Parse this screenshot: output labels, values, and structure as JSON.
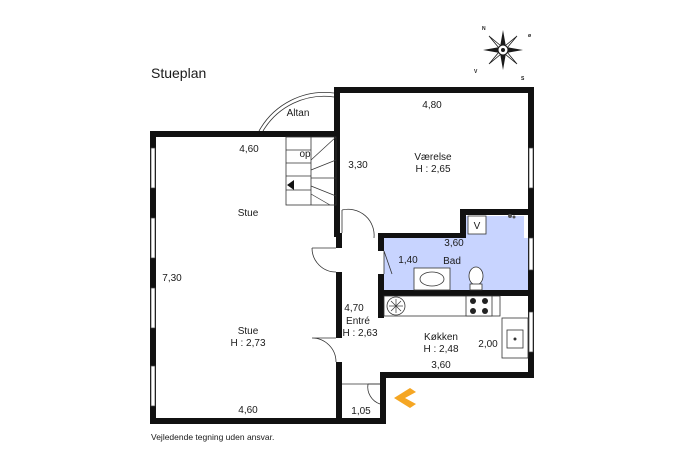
{
  "title": "Stueplan",
  "disclaimer": "Vejledende tegning uden ansvar.",
  "compass": {
    "n": "N",
    "o": "ø",
    "v": "V",
    "s": "S"
  },
  "rooms": {
    "altan": {
      "name": "Altan"
    },
    "stair": {
      "label": "op"
    },
    "stue_upper": {
      "name": "Stue",
      "dim": "4,60"
    },
    "stue_lower": {
      "name": "Stue",
      "height": "H : 2,73",
      "dim_bottom": "4,60",
      "dim_side": "7,30"
    },
    "vaerelse": {
      "name": "Værelse",
      "height": "H : 2,65",
      "dim_width": "4,80",
      "dim_depth": "3,30"
    },
    "bad": {
      "name": "Bad",
      "dim_width": "3,60",
      "dim_side": "1,40",
      "vent": "V"
    },
    "entre": {
      "name": "Entré",
      "height": "H : 2,63",
      "dim": "4,70",
      "dim_bottom": "1,05"
    },
    "kokken": {
      "name": "Køkken",
      "height": "H : 2,48",
      "dim_width": "3,60",
      "dim_side": "2,00"
    }
  },
  "colors": {
    "bathroom_fill": "#c8d4ff",
    "entrance_arrow": "#f5a623",
    "wall": "#111111"
  },
  "icons": [
    "compass-rose-icon",
    "entrance-arrow-icon",
    "stair-arrow-icon"
  ]
}
